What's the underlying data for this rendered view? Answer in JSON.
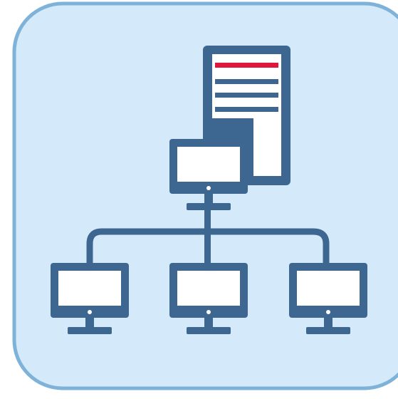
{
  "icon": {
    "name": "network-topology-icon",
    "colors": {
      "background": "#d4e9f9",
      "border": "#7eb2d9",
      "device": "#3d6690",
      "accent": "#e0163c",
      "screen": "#ffffff"
    },
    "devices": [
      "server-tower",
      "central-monitor",
      "client-monitor-left",
      "client-monitor-center",
      "client-monitor-right"
    ]
  }
}
